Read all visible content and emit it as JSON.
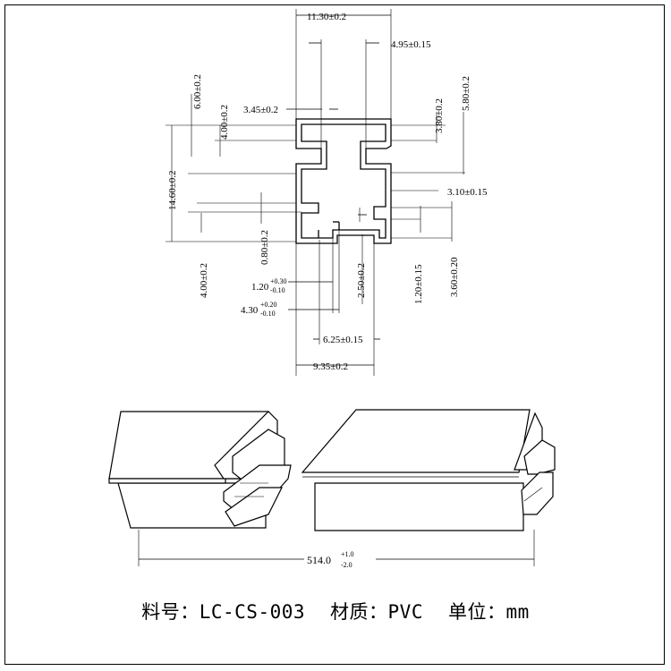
{
  "dimensions": {
    "top_width": "11.30±0.2",
    "top_slot": "4.95±0.15",
    "left_6": "6.00±0.2",
    "left_4a": "4.00±0.2",
    "lip_345": "3.45±0.2",
    "right_380": "3.80±0.2",
    "right_580": "5.80±0.2",
    "height_1460": "14.60±0.2",
    "mid_310": "3.10±0.15",
    "wall_080": "0.80±0.2",
    "left_4b": "4.00±0.2",
    "small_120_base": "1.20",
    "small_120_plus": "+0.30",
    "small_120_minus": "-0.10",
    "small_430_base": "4.30",
    "small_430_plus": "+0.20",
    "small_430_minus": "-0.10",
    "v_250": "2.50±0.2",
    "v_120": "1.20±0.15",
    "v_360": "3.60±0.20",
    "bot_625": "6.25±0.15",
    "bot_935": "9.35±0.2",
    "length_base": "514.0",
    "length_plus": "+1.0",
    "length_minus": "-2.0"
  },
  "caption": {
    "part_label": "料号：",
    "part_no": "LC-CS-003",
    "material_label": "材质：",
    "material": "PVC",
    "unit_label": "单位：",
    "unit": "mm"
  }
}
